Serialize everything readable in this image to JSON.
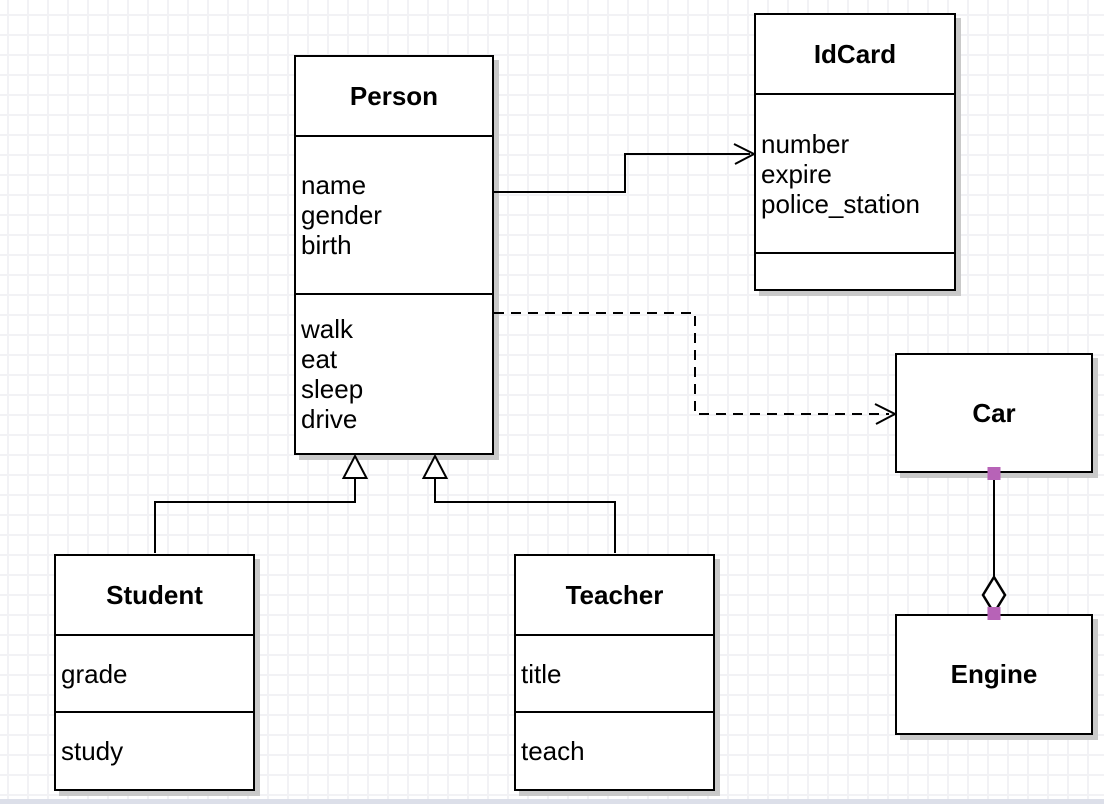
{
  "diagram": {
    "classes": {
      "person": {
        "title": "Person",
        "attributes": [
          "name",
          "gender",
          "birth"
        ],
        "methods": [
          "walk",
          "eat",
          "sleep",
          "drive"
        ]
      },
      "idcard": {
        "title": "IdCard",
        "attributes": [
          "number",
          "expire",
          "police_station"
        ],
        "methods": []
      },
      "car": {
        "title": "Car"
      },
      "engine": {
        "title": "Engine"
      },
      "student": {
        "title": "Student",
        "attributes": [
          "grade"
        ],
        "methods": [
          "study"
        ]
      },
      "teacher": {
        "title": "Teacher",
        "attributes": [
          "title"
        ],
        "methods": [
          "teach"
        ]
      }
    },
    "relationships": [
      {
        "from": "Person",
        "to": "IdCard",
        "type": "association",
        "line": "solid",
        "arrow": "open-chevron"
      },
      {
        "from": "Person",
        "to": "Car",
        "type": "dependency",
        "line": "dashed",
        "arrow": "open-chevron"
      },
      {
        "from": "Student",
        "to": "Person",
        "type": "generalization",
        "line": "solid",
        "arrow": "hollow-triangle"
      },
      {
        "from": "Teacher",
        "to": "Person",
        "type": "generalization",
        "line": "solid",
        "arrow": "hollow-triangle"
      },
      {
        "from": "Car",
        "to": "Engine",
        "type": "aggregation",
        "line": "solid",
        "arrow": "hollow-diamond",
        "endpoint_markers": "purple-squares"
      }
    ],
    "colors": {
      "line": "#000000",
      "box_fill": "#ffffff",
      "shadow": "#c9c9c9",
      "grid": "#f2f2f5",
      "endpoint_marker": "#b763b7",
      "bottom_bar": "#dcdfe9"
    }
  }
}
